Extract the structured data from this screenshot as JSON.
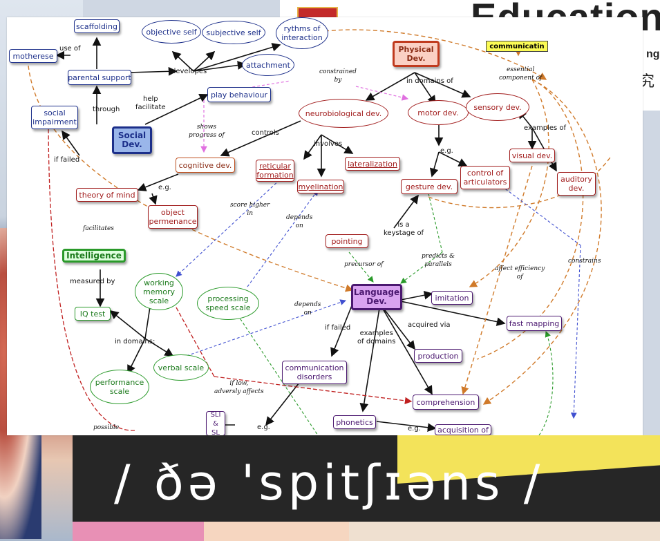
{
  "education": {
    "title": "Education",
    "subtitle": "ng",
    "cjk": "究"
  },
  "map": {
    "nodes": {
      "scaffolding": "scaffolding",
      "objective_self": "objective self",
      "subjective_self": "subjective self",
      "rythms": "rythms of\ninteraction",
      "motherese": "motherese",
      "parental_support": "parental support",
      "attachment": "attachment",
      "play_behaviour": "play behaviour",
      "physical_dev": "Physical\nDev.",
      "communicatin": "communicatin",
      "social_impairment": "social\nimpairment",
      "social_dev": "Social\nDev.",
      "neurobiological_dev": "neurobiological dev.",
      "motor_dev": "motor dev.",
      "sensory_dev": "sensory dev.",
      "cognitive_dev": "cognitive dev.",
      "reticular_formation": "reticular\nformation",
      "lateralization": "lateralization",
      "myelination": "myelination",
      "visual_dev": "visual dev.",
      "control_articulators": "control of\narticulators",
      "auditory_dev": "auditory\ndev.",
      "gesture_dev": "gesture dev.",
      "theory_of_mind": "theory of mind",
      "object_permenance": "object\npermenance",
      "pointing": "pointing",
      "intelligence": "Intelligence",
      "working_memory": "working\nmemory\nscale",
      "processing_speed": "processing\nspeed scale",
      "language_dev": "Language\nDev.",
      "imitation": "imitation",
      "iq_test": "IQ test",
      "fast_mapping": "fast mapping",
      "verbal_scale": "verbal scale",
      "production": "production",
      "communication_disorders": "communication\ndisorders",
      "performance_scale": "performance\nscale",
      "comprehension": "comprehension",
      "phonetics": "phonetics",
      "sli": "SLI\n&\nSL",
      "acquisition_of": "acquisition of"
    },
    "links": {
      "use_of": "use of",
      "developes": "developes",
      "help_facilitate": "help\nfacilitate",
      "through": "through",
      "if_failed_1": "if failed",
      "constrained_by": "constrained\nby",
      "in_domains_of": "in domains of",
      "essential_component_of": "essential\ncomponent of",
      "shows_progress_of": "shows\nprogress of",
      "controls": "controls",
      "involves": "involves",
      "eg_1": "e.g.",
      "examples_of": "examples of",
      "eg_2": "e.g.",
      "score_higher_in": "score higher\nin",
      "depends_on_1": "depends\non",
      "facilitates": "facilitates",
      "is_a_keystage_of": "is a\nkeystage of",
      "precursor_of": "precursor of",
      "predicts_parallels": "predicts &\nparallels",
      "affect_efficiency_of": "affect efficiency\nof",
      "constrains": "constrains",
      "measured_by": "measured by",
      "depends_on_2": "depends\non",
      "acquired_via": "acquired via",
      "if_failed_2": "if failed",
      "examples_of_domains": "examples\nof domains",
      "in_domains": "in domains:",
      "if_low": "if low,\nadversly affects",
      "eg_3": "e.g.",
      "eg_4": "e.g.",
      "possible": "possible"
    }
  },
  "phonetic_banner": {
    "text": "/ ðə 'spitʃɪəns /"
  },
  "colors": {
    "social": "#1c2f8a",
    "physical": "#a11c1c",
    "intelligence": "#1b7a1b",
    "language": "#4b1870",
    "arrow_orange": "#d07a2a"
  }
}
